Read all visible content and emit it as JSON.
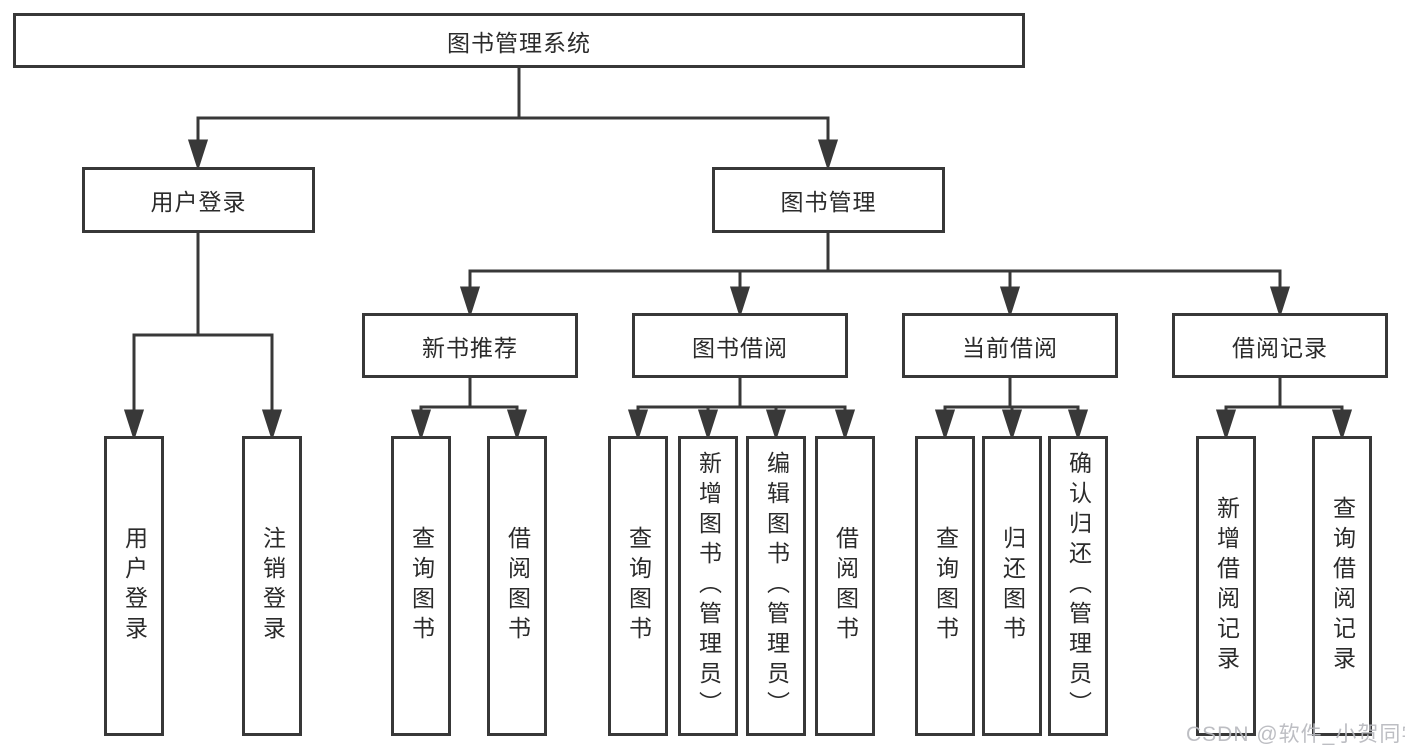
{
  "diagram": {
    "root": "图书管理系统",
    "children": [
      {
        "label": "用户登录",
        "children": [
          {
            "label": "用户登录"
          },
          {
            "label": "注销登录"
          }
        ]
      },
      {
        "label": "图书管理",
        "children": [
          {
            "label": "新书推荐",
            "children": [
              {
                "label": "查询图书"
              },
              {
                "label": "借阅图书"
              }
            ]
          },
          {
            "label": "图书借阅",
            "children": [
              {
                "label": "查询图书"
              },
              {
                "label": "新增图书（管理员）"
              },
              {
                "label": "编辑图书（管理员）"
              },
              {
                "label": "借阅图书"
              }
            ]
          },
          {
            "label": "当前借阅",
            "children": [
              {
                "label": "查询图书"
              },
              {
                "label": "归还图书"
              },
              {
                "label": "确认归还（管理员）"
              }
            ]
          },
          {
            "label": "借阅记录",
            "children": [
              {
                "label": "新增借阅记录"
              },
              {
                "label": "查询借阅记录"
              }
            ]
          }
        ]
      }
    ]
  },
  "watermark": {
    "text": "CSDN @软件_小贺同学"
  },
  "colors": {
    "line": "#383838",
    "box_border": "#383838",
    "text": "#2b2b2b",
    "watermark": "#b7b9be",
    "background": "#ffffff"
  }
}
